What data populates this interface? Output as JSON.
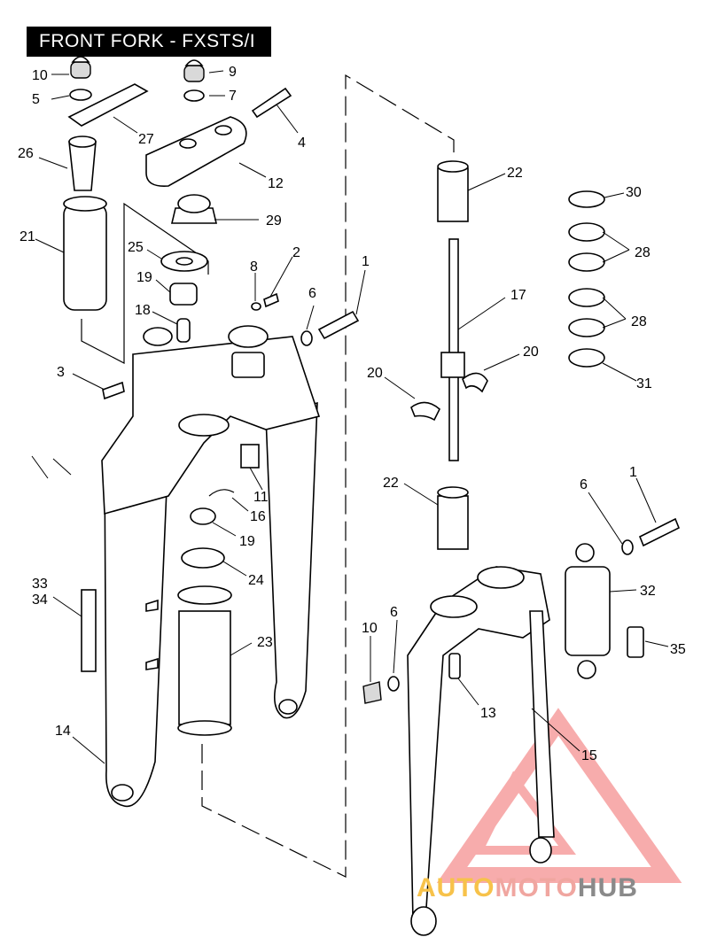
{
  "title": "FRONT FORK - FXSTS/I",
  "callouts": [
    "10",
    "9",
    "5",
    "7",
    "27",
    "4",
    "26",
    "12",
    "29",
    "21",
    "25",
    "2",
    "8",
    "19",
    "6",
    "1",
    "18",
    "3",
    "11",
    "16",
    "19",
    "24",
    "33",
    "34",
    "23",
    "14",
    "22",
    "17",
    "20",
    "20",
    "22",
    "30",
    "28",
    "28",
    "31",
    "6",
    "1",
    "32",
    "6",
    "10",
    "13",
    "15",
    "35"
  ],
  "watermark": {
    "parts": [
      "AUTO",
      "MOTO",
      "HUB"
    ],
    "colors": [
      "#f7c24a",
      "#f0a6a0",
      "#8a8a8a"
    ]
  },
  "colors": {
    "watermark_triangle": "#f26a6a",
    "title_bg": "#000000"
  }
}
